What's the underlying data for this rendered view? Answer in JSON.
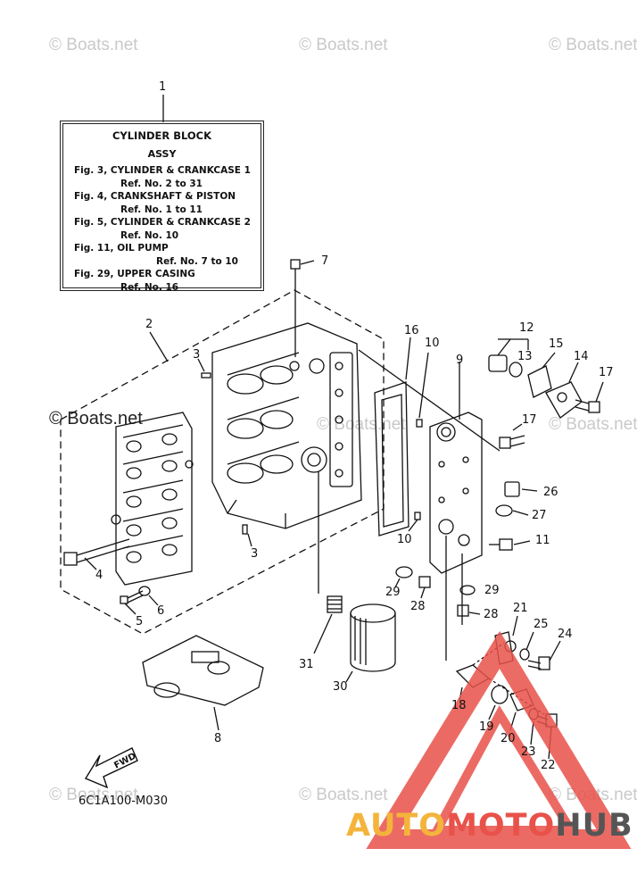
{
  "watermark": "© Boats.net",
  "infobox": {
    "title": "CYLINDER BLOCK",
    "subtitle": "ASSY",
    "lines": [
      "Fig. 3, CYLINDER & CRANKCASE 1",
      "Ref. No. 2 to 31",
      "Fig. 4, CRANKSHAFT & PISTON",
      "Ref. No. 1 to 11",
      "Fig. 5, CYLINDER & CRANKCASE 2",
      "Ref. No. 10",
      "Fig. 11, OIL PUMP",
      "Ref. No. 7 to 10",
      "Fig. 29, UPPER CASING",
      "Ref. No. 16"
    ]
  },
  "callouts": [
    "1",
    "2",
    "3",
    "3",
    "4",
    "5",
    "6",
    "7",
    "8",
    "9",
    "10",
    "10",
    "11",
    "12",
    "13",
    "14",
    "15",
    "16",
    "17",
    "17",
    "18",
    "19",
    "20",
    "21",
    "22",
    "23",
    "24",
    "25",
    "26",
    "27",
    "28",
    "28",
    "29",
    "29",
    "30",
    "31"
  ],
  "fwd_label": "FWD",
  "diagram_code": "6C1A100-M030",
  "brand": {
    "part1": "AUTO",
    "part2": "MOTO",
    "part3": "HUB",
    "color1": "#f4b43c",
    "color2": "#e8524a",
    "color3": "#555555"
  }
}
